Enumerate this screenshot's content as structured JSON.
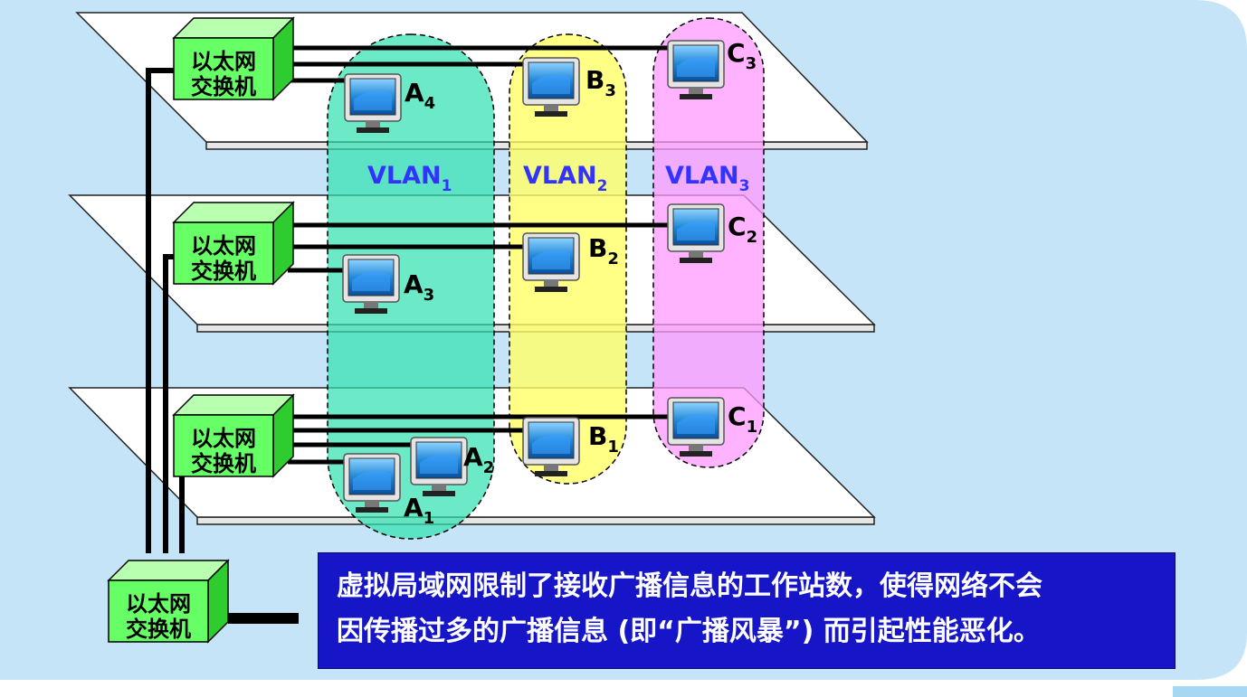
{
  "switch_label_line1": "以太网",
  "switch_label_line2": "交换机",
  "vlans": [
    {
      "name": "VLAN",
      "sub": "1",
      "color": "#33e0b0"
    },
    {
      "name": "VLAN",
      "sub": "2",
      "color": "#ffff66"
    },
    {
      "name": "VLAN",
      "sub": "3",
      "color": "#ff99ff"
    }
  ],
  "hosts": [
    {
      "letter": "A",
      "sub": "4"
    },
    {
      "letter": "A",
      "sub": "3"
    },
    {
      "letter": "A",
      "sub": "2"
    },
    {
      "letter": "A",
      "sub": "1"
    },
    {
      "letter": "B",
      "sub": "3"
    },
    {
      "letter": "B",
      "sub": "2"
    },
    {
      "letter": "B",
      "sub": "1"
    },
    {
      "letter": "C",
      "sub": "3"
    },
    {
      "letter": "C",
      "sub": "2"
    },
    {
      "letter": "C",
      "sub": "1"
    }
  ],
  "caption": {
    "line1": "虚拟局域网限制了接收广播信息的工作站数，使得网络不会",
    "line2": "因传播过多的广播信息 (即“广播风暴”) 而引起性能恶化。"
  },
  "colors": {
    "background": "#c5e4f7",
    "switch": "#66ff66",
    "caption_bg": "#1616c8",
    "vlan_label": "#3333ff"
  }
}
